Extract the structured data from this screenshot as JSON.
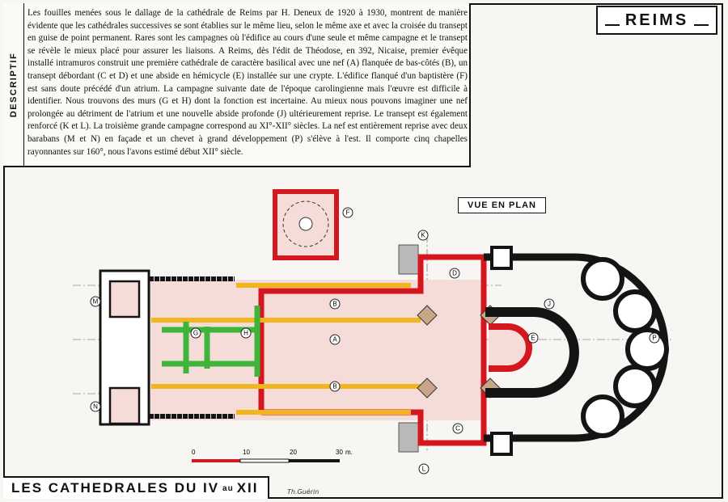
{
  "header": {
    "title": "REIMS",
    "side_label": "DESCRIPTIF"
  },
  "description": "Les fouilles menées sous le dallage de la cathédrale de Reims par H. Deneux de 1920 à 1930, montrent de manière évidente que les cathédrales successives se sont établies sur le même lieu, selon le même axe et avec la croisée du transept en guise de point permanent. Rares sont les campagnes où l'édifice au cours d'une seule et même campagne et le transept se révèle le mieux placé pour assurer les liaisons. A Reims, dès l'édit de Théodose, en 392, Nicaise, premier évêque installé intramuros construit une première cathédrale de caractère basilical avec une nef (A) flanquée de bas-côtés (B), un transept débordant (C et D) et une abside en hémicycle (E) installée sur une crypte. L'édifice flanqué d'un baptistère (F) est sans doute précédé d'un atrium. La campagne suivante date de l'époque carolingienne mais l'œuvre est difficile à identifier. Nous trouvons des murs (G et H) dont la fonction est incertaine. Au mieux nous pouvons imaginer une nef prolongée au détriment de l'atrium et une nouvelle abside profonde (J) ultérieurement reprise. Le transept est également renforcé (K et L). La troisième grande campagne correspond au XI°-XII° siècles. La nef est entièrement reprise avec deux barabans (M et N) en façade et un chevet à grand développement (P) s'élève à l'est. Il comporte cinq chapelles rayonnantes sur 160°, nous l'avons estimé début XII° siècle.",
  "plan": {
    "view_label": "VUE EN PLAN",
    "labels": {
      "A": "A",
      "B": "B",
      "C": "C",
      "D": "D",
      "E": "E",
      "F": "F",
      "G": "G",
      "H": "H",
      "J": "J",
      "K": "K",
      "L": "L",
      "M": "M",
      "N": "N",
      "P": "P"
    },
    "scale": {
      "ticks": [
        "0",
        "10",
        "20",
        "30"
      ],
      "unit": "m."
    },
    "colors": {
      "red": "#d4161e",
      "black": "#141414",
      "yellow": "#f1b61d",
      "green": "#3fb43a",
      "pink": "#f6dcd8",
      "grey": "#b9b9b9"
    }
  },
  "footer": {
    "title_part1": "LES CATHEDRALES DU IV",
    "title_au": "au",
    "title_part2": "XII"
  },
  "signature": "Th.Guérin"
}
